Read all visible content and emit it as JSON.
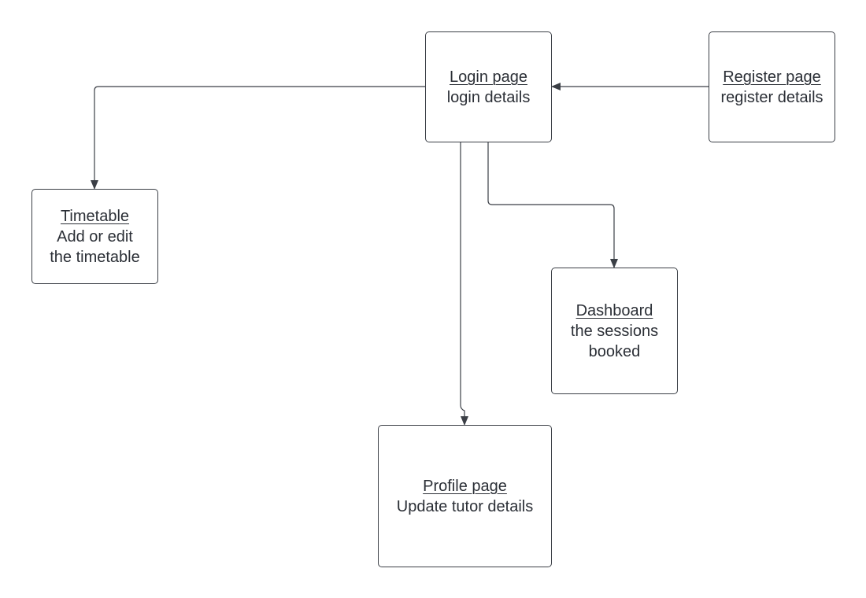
{
  "nodes": {
    "login": {
      "title": "Login page",
      "desc": "login details"
    },
    "register": {
      "title": "Register page",
      "desc": "register details"
    },
    "timetable": {
      "title": "Timetable",
      "desc": "Add or edit\nthe timetable"
    },
    "dashboard": {
      "title": "Dashboard",
      "desc": "the sessions\nbooked"
    },
    "profile": {
      "title": "Profile page",
      "desc": "Update tutor details"
    }
  },
  "edges": [
    {
      "from": "register",
      "to": "login"
    },
    {
      "from": "login",
      "to": "timetable"
    },
    {
      "from": "login",
      "to": "dashboard"
    },
    {
      "from": "login",
      "to": "profile"
    }
  ],
  "colors": {
    "line": "#3b3f46",
    "text": "#2b2f36"
  }
}
